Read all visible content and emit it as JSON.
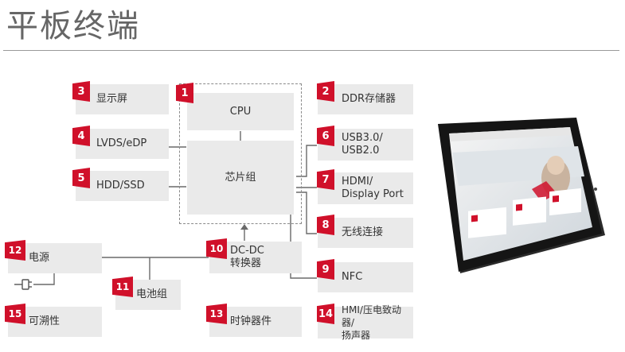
{
  "title": "平板终端",
  "blocks": {
    "cpu": {
      "num": "1",
      "label": "CPU"
    },
    "ddr": {
      "num": "2",
      "label": "DDR存储器"
    },
    "display": {
      "num": "3",
      "label": "显示屏"
    },
    "lvds": {
      "num": "4",
      "label": "LVDS/eDP"
    },
    "hdd": {
      "num": "5",
      "label": "HDD/SSD"
    },
    "usb": {
      "num": "6",
      "label": "USB3.0/\nUSB2.0"
    },
    "hdmi": {
      "num": "7",
      "label": "HDMI/\nDisplay Port"
    },
    "wireless": {
      "num": "8",
      "label": "无线连接"
    },
    "nfc": {
      "num": "9",
      "label": "NFC"
    },
    "dcdc": {
      "num": "10",
      "label": "DC-DC\n转换器"
    },
    "battery": {
      "num": "11",
      "label": "电池组"
    },
    "power": {
      "num": "12",
      "label": "电源"
    },
    "clock": {
      "num": "13",
      "label": "时钟器件"
    },
    "hmi": {
      "num": "14",
      "label": "HMI/压电致动器/\n扬声器"
    },
    "trace": {
      "num": "15",
      "label": "可溯性"
    },
    "chipset": {
      "label": "芯片组"
    }
  },
  "icons": {
    "plug": "power-plug-icon"
  },
  "colors": {
    "accent": "#d0102a",
    "block": "#eaeaea",
    "line": "#666666"
  }
}
